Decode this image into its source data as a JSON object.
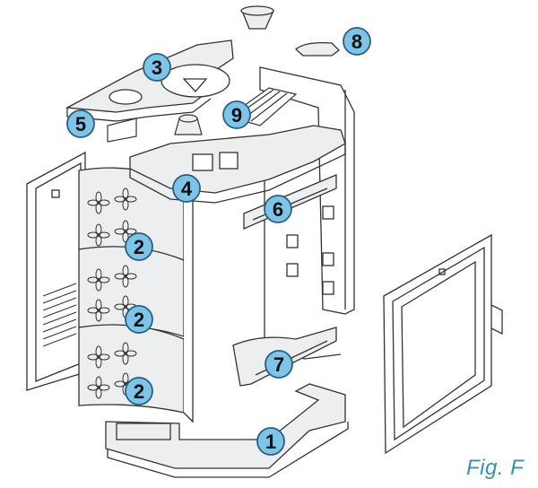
{
  "figure": {
    "caption": "Fig. F",
    "caption_color": "#3a8fb5",
    "callout_fill": "#7ec3e8",
    "callout_stroke": "#2a5f80",
    "line_color": "#333333",
    "panel_fill": "#eceef0"
  },
  "callouts": [
    {
      "id": "1",
      "label": "1",
      "part": "base-ring"
    },
    {
      "id": "2a",
      "label": "2",
      "part": "front-panel-top"
    },
    {
      "id": "2b",
      "label": "2",
      "part": "front-panel-middle"
    },
    {
      "id": "2c",
      "label": "2",
      "part": "front-panel-bottom"
    },
    {
      "id": "3",
      "label": "3",
      "part": "top-plate"
    },
    {
      "id": "4",
      "label": "4",
      "part": "upper-ring"
    },
    {
      "id": "5",
      "label": "5",
      "part": "top-side-piece"
    },
    {
      "id": "6",
      "label": "6",
      "part": "upper-side-bracket"
    },
    {
      "id": "7",
      "label": "7",
      "part": "lower-side-bracket"
    },
    {
      "id": "8",
      "label": "8",
      "part": "cap-piece"
    },
    {
      "id": "9",
      "label": "9",
      "part": "grate"
    }
  ]
}
